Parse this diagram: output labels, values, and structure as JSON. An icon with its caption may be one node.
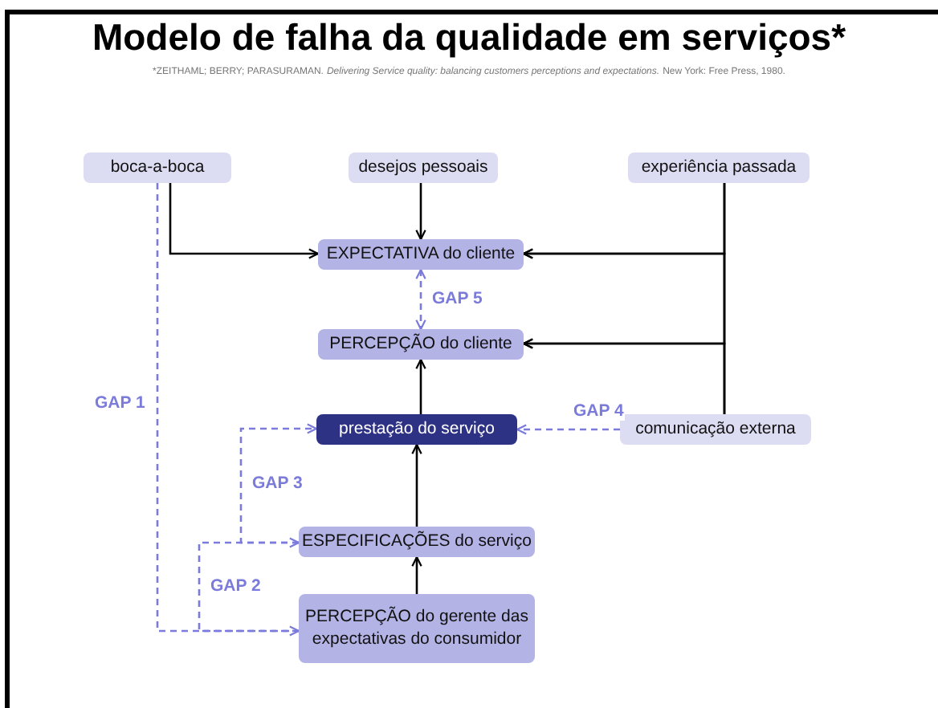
{
  "diagram": {
    "title": "Modelo de falha da qualidade em serviços*",
    "nodes": [
      {
        "text": [
          "boca-a-boca"
        ]
      },
      {
        "text": [
          "desejos pessoais"
        ]
      },
      {
        "text": [
          "experiência passada"
        ]
      },
      {
        "text": [
          "EXPECTATIVA do cliente"
        ]
      },
      {
        "text": [
          "PERCEPÇÃO do cliente"
        ]
      },
      {
        "text": [
          "prestação do serviço"
        ]
      },
      {
        "text": [
          "comunicação externa"
        ]
      },
      {
        "text": [
          "ESPECIFICAÇÕES do serviço"
        ]
      },
      {
        "text": [
          "PERCEPÇÃO do gerente das expectativas do consumidor"
        ]
      }
    ],
    "edges": [
      {
        "from": 0,
        "to": 3,
        "arrow": "to"
      },
      {
        "from": 1,
        "to": 3,
        "arrow": "to"
      },
      {
        "from": 2,
        "to": 3,
        "arrow": "to"
      },
      {
        "from": 2,
        "to": 4,
        "arrow": "to"
      },
      {
        "from": 6,
        "to": 3,
        "arrow": "to"
      },
      {
        "from": 6,
        "to": 4,
        "arrow": "to"
      },
      {
        "from": 3,
        "to": 4,
        "arrow": "both",
        "label": "GAP 5",
        "style": "dashed",
        "color": "#7b7bdc"
      },
      {
        "from": 5,
        "to": 4,
        "arrow": "to"
      },
      {
        "from": 6,
        "to": 5,
        "arrow": "to",
        "label": "GAP 4",
        "style": "dashed",
        "color": "#7b7bdc"
      },
      {
        "from": 7,
        "to": 5,
        "arrow": "to"
      },
      {
        "from": 8,
        "to": 7,
        "arrow": "to"
      },
      {
        "from": 0,
        "to": 8,
        "arrow": "to",
        "label": "GAP 1",
        "style": "dashed",
        "color": "#7b7bdc"
      },
      {
        "from": 8,
        "to": 7,
        "arrow": "to",
        "label": "GAP 2",
        "style": "dashed",
        "color": "#7b7bdc"
      },
      {
        "from": 7,
        "to": 5,
        "arrow": "to",
        "label": "GAP 3",
        "style": "dashed",
        "color": "#7b7bdc"
      }
    ],
    "labels": [
      "*ZEITHAML; BERRY; PARASURAMAN.",
      "Delivering Service quality: balancing customers perceptions and expectations.",
      "New York: Free Press, 1980."
    ]
  }
}
